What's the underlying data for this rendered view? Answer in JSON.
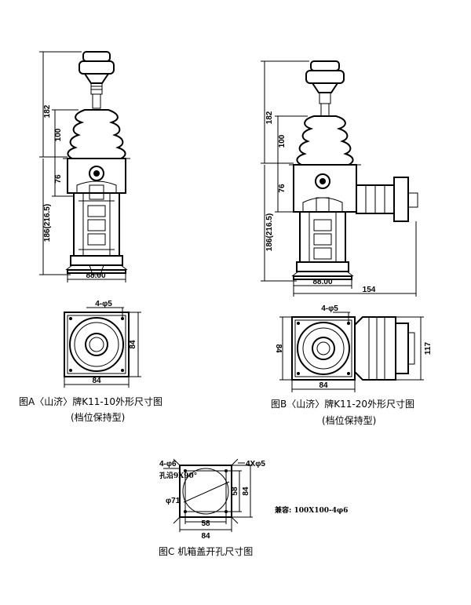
{
  "figure_a": {
    "dims": {
      "total_height": "182",
      "boot_height": "100",
      "housing_height": "76",
      "body_height": "186(216.5)",
      "base_width": "88.00",
      "plate_width": "84",
      "plate_height": "84",
      "holes": "4-φ5"
    },
    "caption": "图A〈山济〉牌K11-10外形尺寸图",
    "subcaption": "(档位保持型)"
  },
  "figure_b": {
    "dims": {
      "total_height": "182",
      "boot_height": "100",
      "housing_height": "76",
      "body_height": "186(216.5)",
      "base_width": "88.00",
      "overall_width": "154",
      "plate_width": "84",
      "plate_height": "84",
      "side_height": "117",
      "holes": "4-φ5"
    },
    "caption": "图B〈山济〉牌K11-20外形尺寸图",
    "subcaption": "(档位保持型)"
  },
  "figure_c": {
    "dims": {
      "holes_left": "4-φ6",
      "holes_right": "4Xφ5",
      "chamfer_note": "孔沿9X90°",
      "circle_dia": "φ71",
      "inner_width": "58",
      "outer_width": "84",
      "inner_height": "58",
      "outer_height": "84"
    },
    "note": "兼容: 100X100-4φ6",
    "caption": "图C 机箱盖开孔尺寸图"
  }
}
